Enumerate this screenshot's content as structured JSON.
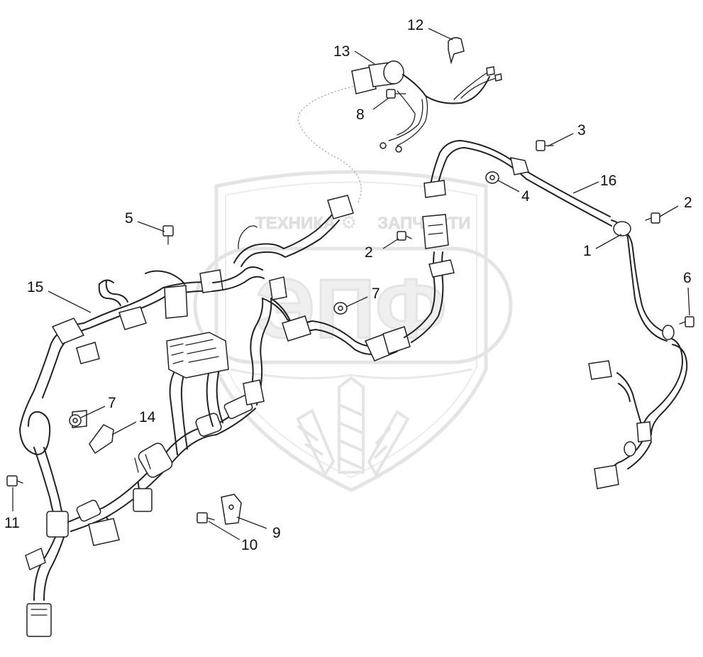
{
  "watermark": {
    "company_text_left": "ТЕХНИКА",
    "company_text_right": "ЗАПЧАСТИ",
    "logo_letters": "ЭПФ",
    "color": "#cfcfcf"
  },
  "callouts": [
    {
      "id": "c1",
      "label": "1"
    },
    {
      "id": "c2a",
      "label": "2"
    },
    {
      "id": "c2b",
      "label": "2"
    },
    {
      "id": "c3",
      "label": "3"
    },
    {
      "id": "c4",
      "label": "4"
    },
    {
      "id": "c5",
      "label": "5"
    },
    {
      "id": "c6",
      "label": "6"
    },
    {
      "id": "c7a",
      "label": "7"
    },
    {
      "id": "c7b",
      "label": "7"
    },
    {
      "id": "c8",
      "label": "8"
    },
    {
      "id": "c9",
      "label": "9"
    },
    {
      "id": "c10",
      "label": "10"
    },
    {
      "id": "c11",
      "label": "11"
    },
    {
      "id": "c12",
      "label": "12"
    },
    {
      "id": "c13",
      "label": "13"
    },
    {
      "id": "c14",
      "label": "14"
    },
    {
      "id": "c15",
      "label": "15"
    },
    {
      "id": "c16",
      "label": "16"
    }
  ]
}
